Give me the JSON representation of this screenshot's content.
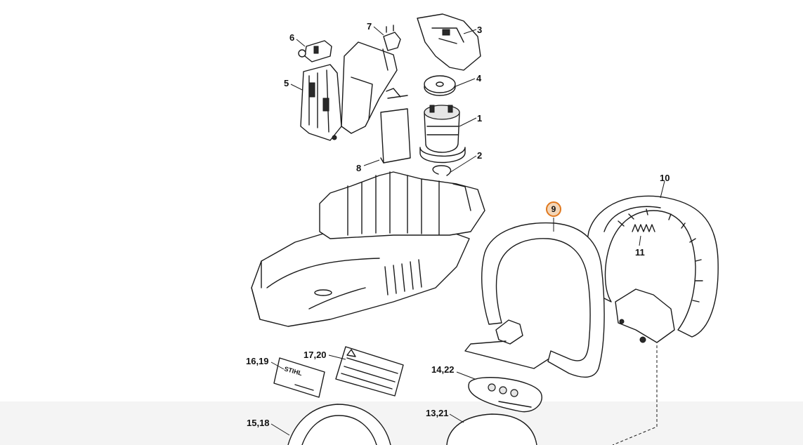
{
  "callouts": {
    "c1": "1",
    "c2": "2",
    "c3": "3",
    "c4": "4",
    "c5": "5",
    "c6": "6",
    "c7": "7",
    "c8": "8",
    "c9": "9",
    "c10": "10",
    "c11": "11",
    "c13_21": "13,21",
    "c14_22": "14,22",
    "c15_18": "15,18",
    "c16_19": "16,19",
    "c17_20": "17,20"
  },
  "decal_logo": "STIHL",
  "highlight_color": "#e0781e"
}
